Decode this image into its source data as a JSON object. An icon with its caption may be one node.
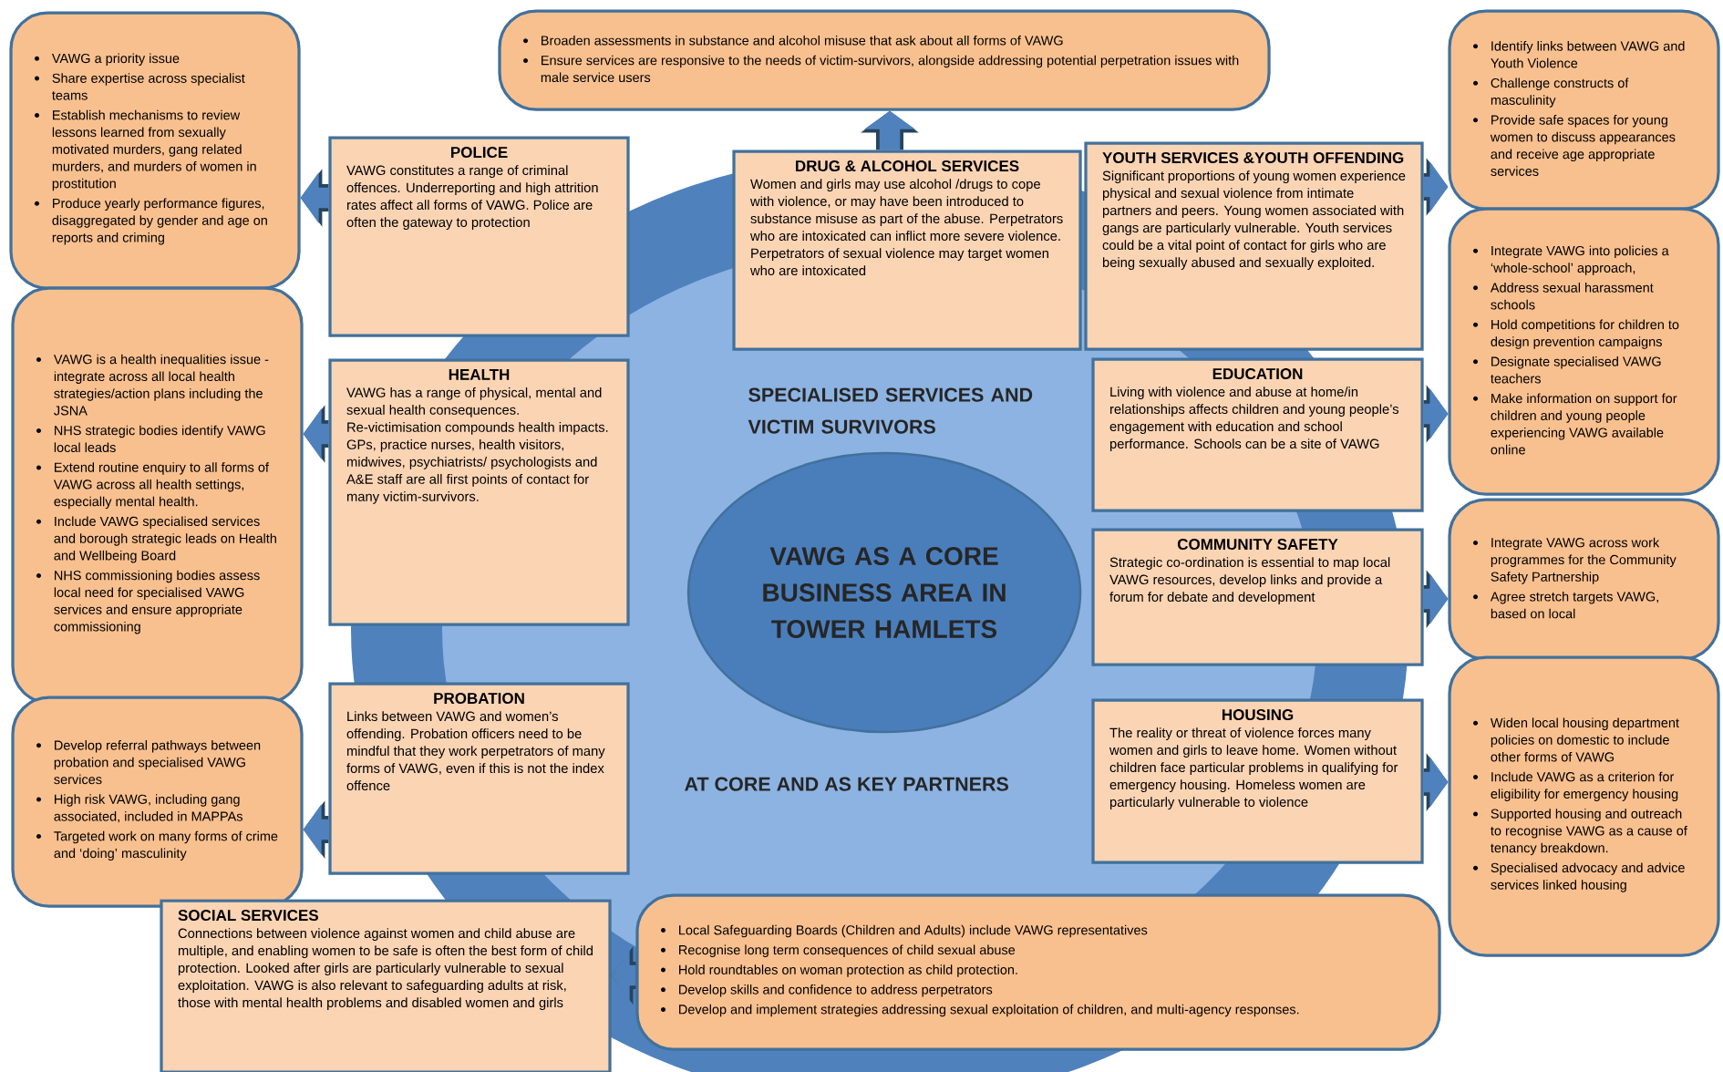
{
  "diagram": {
    "nodes": [
      {
        "text": [
          "SPECIALISED SERVICES AND VICTIM SURVIVORS",
          "AT CORE AND AS KEY PARTNERS"
        ]
      },
      {
        "text": [
          "VAWG AS A CORE BUSINESS AREA IN TOWER HAMLETS"
        ],
        "in": 0
      },
      {
        "text": [
          "VAWG a priority issue",
          "Share expertise across specialist teams",
          "Establish mechanisms to review lessons learned from sexually motivated murders, gang related murders, and murders of women in prostitution",
          "Produce yearly performance figures, disaggregated by gender and age on reports and criming"
        ]
      },
      {
        "text": [
          "Broaden assessments in substance and alcohol misuse that ask about all forms of VAWG",
          "Ensure services are responsive to the needs of victim-survivors, alongside addressing potential perpetration issues with male service users"
        ]
      },
      {
        "text": [
          "Identify links between VAWG and Youth Violence",
          "Challenge constructs of masculinity",
          "Provide safe spaces for young women to discuss appearances and receive age appropriate services"
        ]
      },
      {
        "text": [
          "POLICE",
          "VAWG constitutes a range of criminal offences. Underreporting and high attrition rates affect all forms of VAWG. Police are often the gateway to protection"
        ]
      },
      {
        "text": [
          "DRUG & ALCOHOL SERVICES",
          "Women and girls may use alcohol /drugs to cope with violence, or may have been introduced to substance misuse as part of the abuse. Perpetrators who are intoxicated can inflict more severe violence. Perpetrators of sexual violence may target women who are intoxicated"
        ]
      },
      {
        "text": [
          "YOUTH SERVICES &YOUTH OFFENDING",
          "Significant proportions of young women experience physical and sexual violence from intimate partners and peers. Young women associated with gangs are particularly vulnerable. Youth services could be a vital point of contact for girls who are being sexually abused and sexually exploited."
        ]
      },
      {
        "text": [
          "VAWG is a health inequalities issue - integrate across all local health strategies/action plans including the JSNA",
          "NHS strategic bodies identify VAWG local leads",
          "Extend routine enquiry to all forms of VAWG across all health settings, especially mental health.",
          "Include VAWG specialised services and borough strategic leads on Health and Wellbeing Board",
          "NHS commissioning bodies assess local need for specialised VAWG services and ensure appropriate commissioning"
        ]
      },
      {
        "text": [
          "HEALTH",
          "VAWG has a range of physical, mental and sexual health consequences. Re-victimisation compounds health impacts. GPs, practice nurses, health visitors, midwives, psychiatrists/ psychologists and A&E staff are all first points of contact for many victim-survivors."
        ]
      },
      {
        "text": [
          "EDUCATION",
          "Living with violence and abuse at home/in relationships affects children and young people’s engagement with education and school performance. Schools can be a site of VAWG"
        ]
      },
      {
        "text": [
          "Integrate VAWG into policies a ‘whole-school’ approach,",
          "Address sexual harassment schools",
          "Hold competitions for children to design prevention campaigns",
          "Designate specialised VAWG teachers",
          "Make information on support for children and young people experiencing VAWG available online"
        ]
      },
      {
        "text": [
          "COMMUNITY SAFETY",
          "Strategic co-ordination is essential to map local VAWG resources, develop links and provide a forum for debate and development"
        ]
      },
      {
        "text": [
          "Integrate VAWG across work programmes for the Community Safety Partnership",
          "Agree stretch targets VAWG, based on local"
        ]
      },
      {
        "text": [
          "Develop referral pathways between probation and specialised VAWG services",
          "High risk VAWG, including gang associated, included in MAPPAs",
          "Targeted work on many forms of crime and ‘doing’ masculinity"
        ]
      },
      {
        "text": [
          "PROBATION",
          "Links between VAWG and women’s offending. Probation officers need to be mindful that they work perpetrators of many forms of VAWG, even if this is not the index offence"
        ]
      },
      {
        "text": [
          "HOUSING",
          "The reality or threat of violence forces many women and girls to leave home. Women without children face particular problems in qualifying for emergency housing. Homeless women are particularly vulnerable to violence"
        ]
      },
      {
        "text": [
          "Widen local housing department policies on domestic to include other forms of VAWG",
          "Include VAWG as a criterion for eligibility for emergency housing",
          "Supported housing and outreach to recognise VAWG as a cause of tenancy breakdown.",
          "Specialised advocacy and advice services linked housing"
        ]
      },
      {
        "text": [
          "SOCIAL SERVICES",
          "Connections between violence against women and child abuse are multiple, and enabling women to be safe is often the best form of child protection. Looked after girls are particularly vulnerable to sexual exploitation. VAWG is also relevant to safeguarding adults at risk, those with mental health problems and disabled women and girls"
        ]
      },
      {
        "text": [
          "Local Safeguarding Boards (Children and Adults) include VAWG representatives",
          "Recognise long term consequences of child sexual abuse",
          "Hold roundtables on woman protection as child protection.",
          "Develop skills and confidence to address perpetrators",
          "Develop and implement strategies addressing sexual exploitation of children, and multi-agency responses."
        ]
      }
    ],
    "edges": [
      {
        "from": 5,
        "to": 2,
        "arrow": "to"
      },
      {
        "from": 6,
        "to": 3,
        "arrow": "to"
      },
      {
        "from": 7,
        "to": 4,
        "arrow": "to"
      },
      {
        "from": 9,
        "to": 8,
        "arrow": "to"
      },
      {
        "from": 10,
        "to": 11,
        "arrow": "to"
      },
      {
        "from": 12,
        "to": 13,
        "arrow": "to"
      },
      {
        "from": 15,
        "to": 14,
        "arrow": "to"
      },
      {
        "from": 16,
        "to": 17,
        "arrow": "to"
      },
      {
        "from": 19,
        "to": 18,
        "arrow": "to"
      }
    ]
  }
}
